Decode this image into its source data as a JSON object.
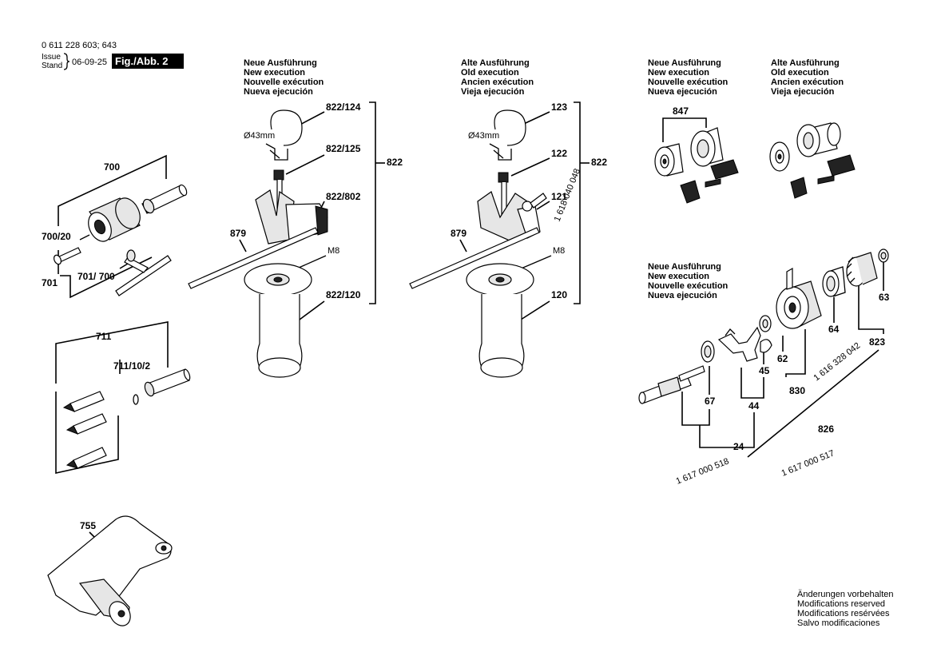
{
  "header": {
    "doc_number": "0 611 228 603; 643",
    "issue_label": "Issue",
    "stand_label": "Stand",
    "date": "06-09-25",
    "figure_label": "Fig./Abb. 2"
  },
  "headings": {
    "new_execution": [
      "Neue Ausführung",
      "New execution",
      "Nouvelle exécution",
      "Nueva ejecución"
    ],
    "old_execution": [
      "Alte Ausführung",
      "Old execution",
      "Ancien exécution",
      "Vieja ejecución"
    ]
  },
  "labels": {
    "chuck": {
      "p700": "700",
      "p700_20": "700/20",
      "p701": "701",
      "p701_700": "701/ 700"
    },
    "bits": {
      "p711": "711",
      "p711_10_2": "711/10/2"
    },
    "angle": {
      "p755": "755"
    },
    "handle_new": {
      "p822_124": "822/124",
      "p822_125": "822/125",
      "p822_802": "822/802",
      "p822": "822",
      "p822_120": "822/120",
      "p879": "879",
      "diameter": "Ø43mm",
      "thread": "M8"
    },
    "handle_old": {
      "p123": "123",
      "p122": "122",
      "p121": "121",
      "p822": "822",
      "p120": "120",
      "p879": "879",
      "diameter": "Ø43mm",
      "thread": "M8",
      "order_no": "1 618 040 048"
    },
    "bearing": {
      "p847": "847"
    },
    "gear": {
      "p63": "63",
      "p64": "64",
      "p62": "62",
      "p823": "823",
      "p830": "830",
      "p45": "45",
      "p67": "67",
      "p44": "44",
      "p24": "24",
      "p826": "826",
      "order_823": "1 616 328 042",
      "order_24": "1 617 000 518",
      "order_826": "1 617 000 517"
    }
  },
  "footer": {
    "rights": [
      "Änderungen vorbehalten",
      "Modifications reserved",
      "Modifications resérvées",
      "Salvo modificaciones"
    ]
  }
}
